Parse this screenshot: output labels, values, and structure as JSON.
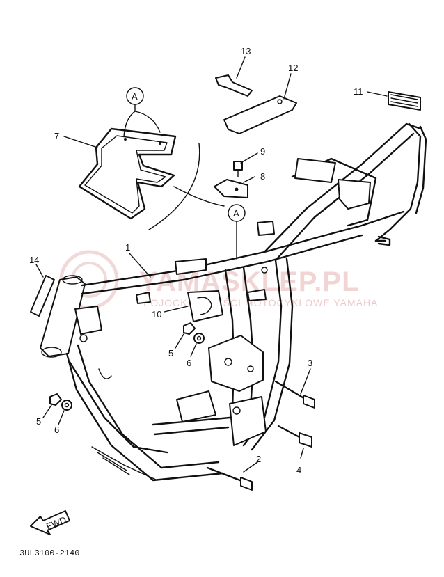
{
  "diagram_code": "3UL3100-2140",
  "fwd_label": "FWD",
  "reference_mark": "A",
  "watermark": {
    "logo_text": "YAMASKLEP.PL",
    "subtitle": "POJOCKIE CZĘŚCI MOTOCYKLOWE YAMAHA"
  },
  "callouts": [
    {
      "id": "c1",
      "number": "1"
    },
    {
      "id": "c2",
      "number": "2"
    },
    {
      "id": "c3",
      "number": "3"
    },
    {
      "id": "c4",
      "number": "4"
    },
    {
      "id": "c5a",
      "number": "5"
    },
    {
      "id": "c6a",
      "number": "6"
    },
    {
      "id": "c5b",
      "number": "5"
    },
    {
      "id": "c6b",
      "number": "6"
    },
    {
      "id": "c7",
      "number": "7"
    },
    {
      "id": "c8",
      "number": "8"
    },
    {
      "id": "c9",
      "number": "9"
    },
    {
      "id": "c10",
      "number": "10"
    },
    {
      "id": "c11",
      "number": "11"
    },
    {
      "id": "c12",
      "number": "12"
    },
    {
      "id": "c13",
      "number": "13"
    },
    {
      "id": "c14",
      "number": "14"
    }
  ]
}
